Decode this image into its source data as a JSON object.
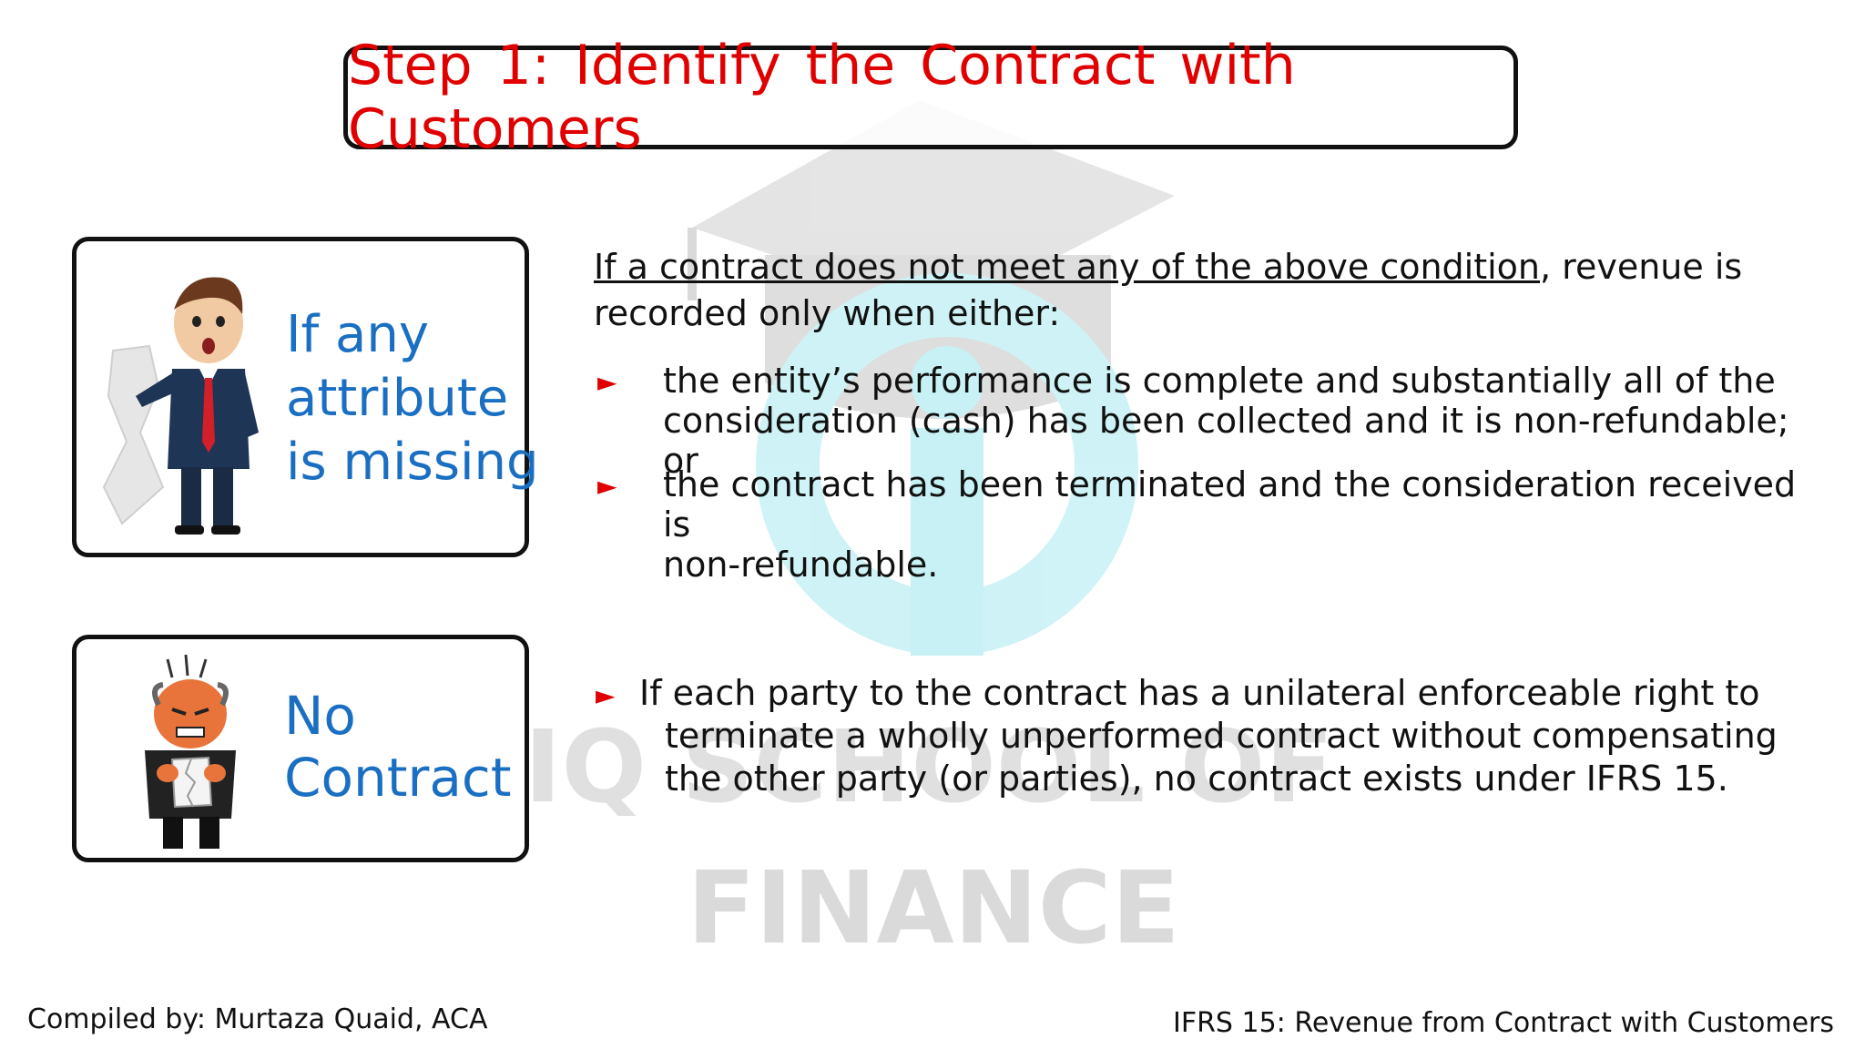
{
  "slide": {
    "title": "Step 1: Identify the Contract with Customers"
  },
  "watermark": {
    "line1": "IQ SCHOOL OF",
    "line2": "FINANCE"
  },
  "card_missing": {
    "line1": "If any",
    "line2": "attribute",
    "line3": "is  missing"
  },
  "card_no_contract": {
    "line1": "No",
    "line2": "Contract"
  },
  "intro": {
    "underlined": "If a contract does not meet any of the above condition",
    "rest": ", revenue is recorded only when either:"
  },
  "bullets": {
    "arrow": "►",
    "item1": {
      "line1": "the entity’s performance is complete and substantially all of the",
      "line2": "consideration (cash) has been collected and it is non-refundable; or"
    },
    "item2": {
      "line1": "the contract has been terminated and the consideration received is",
      "line2": "non-refundable."
    },
    "item3": {
      "line1": "If each party to the contract has a unilateral enforceable right to",
      "line2": "terminate a wholly unperformed contract without compensating",
      "line3": "the other party (or parties), no contract exists under IFRS 15."
    }
  },
  "footer": {
    "left": "Compiled by: Murtaza Quaid, ACA",
    "right": "IFRS 15: Revenue from Contract with Customers"
  },
  "colors": {
    "title_red": "#e00000",
    "card_blue": "#1a6fc2",
    "watermark_teal": "#8fe0e6",
    "watermark_gray": "#d6d6d6"
  }
}
